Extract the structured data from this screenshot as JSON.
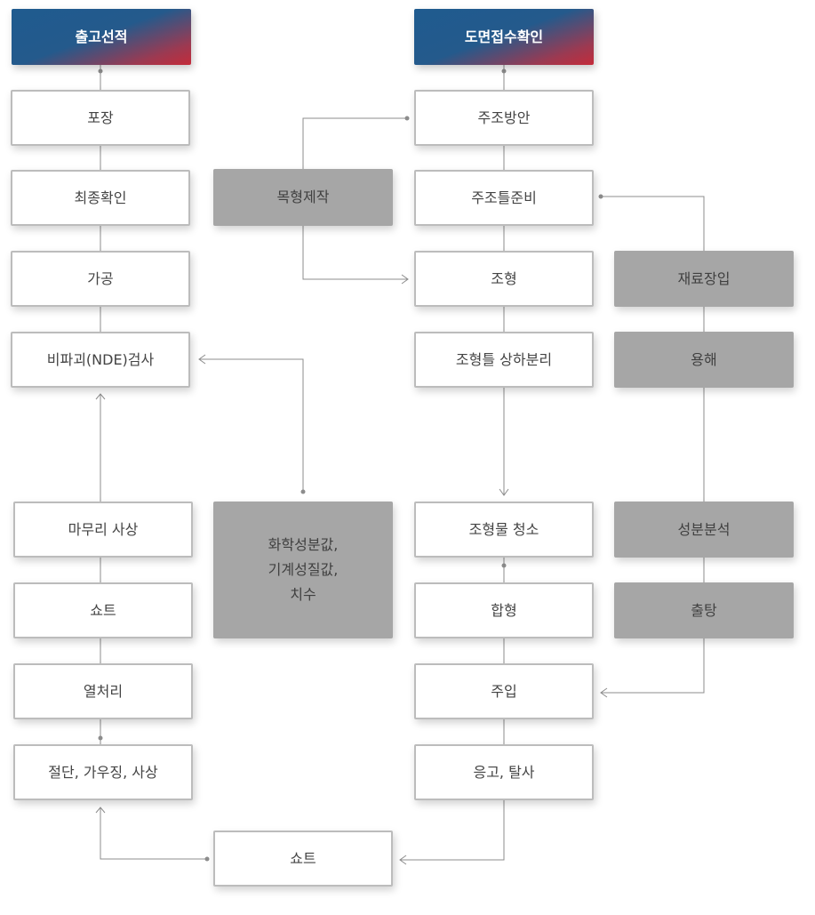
{
  "left_column": {
    "header": "출고선적",
    "steps": [
      "포장",
      "최종확인",
      "가공",
      "비파괴(NDE)검사",
      "마무리 사상",
      "쇼트",
      "열처리",
      "절단, 가우징, 사상"
    ]
  },
  "middle_column": {
    "pattern": "목형제작",
    "inspection": "화학성분값,\n기계성질값,\n치수",
    "shot": "쇼트"
  },
  "right_column": {
    "header": "도면접수확인",
    "steps": [
      "주조방안",
      "주조틀준비",
      "조형",
      "조형틀 상하분리",
      "조형물 청소",
      "합형",
      "주입",
      "응고, 탈사"
    ]
  },
  "material_column": {
    "steps": [
      "재료장입",
      "용해",
      "성분분석",
      "출탕"
    ]
  },
  "colors": {
    "line": "#8c8c8c",
    "box_border": "#bcbcbc",
    "gray_box": "#a6a6a6",
    "header_blue": "#1f5b8f",
    "header_red": "#c42b3a"
  }
}
